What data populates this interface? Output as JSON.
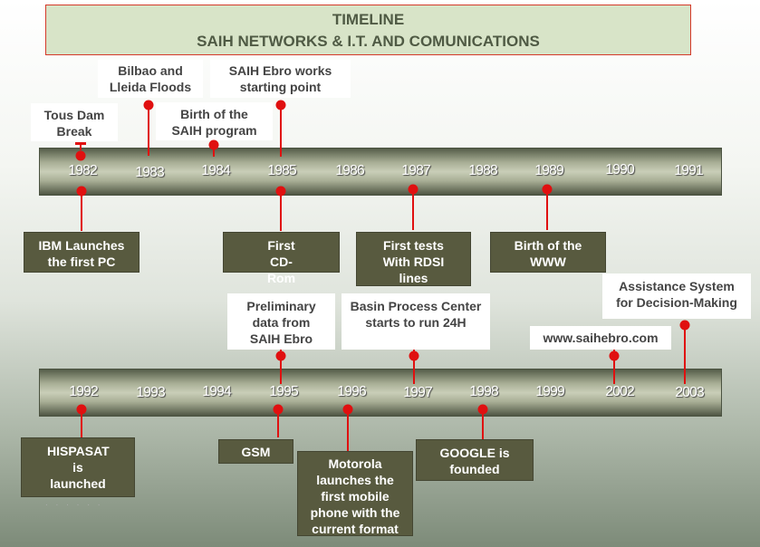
{
  "title": {
    "line1": "TIMELINE",
    "line2": "SAIH NETWORKS & I.T. AND COMUNICATIONS"
  },
  "years_top": [
    "1982",
    "1983",
    "1984",
    "1985",
    "1986",
    "1987",
    "1988",
    "1989",
    "1990",
    "1991"
  ],
  "years_bottom": [
    "1992",
    "1993",
    "1994",
    "1995",
    "1996",
    "1997",
    "1998",
    "1999",
    "2002",
    "2003"
  ],
  "events_above_top": {
    "tous": "Tous Dam Break",
    "bilbao": "Bilbao and Lleida Floods",
    "birth_saih": "Birth of the SAIH program",
    "ebro_works": "SAIH Ebro works starting point"
  },
  "events_below_top": {
    "ibm": "IBM Launches the first PC",
    "cdrom": "First CD-Rom",
    "rdsi": "First tests With RDSI lines",
    "www": "Birth of the WWW"
  },
  "events_above_bottom": {
    "preliminary": "Preliminary data from SAIH Ebro",
    "basin": "Basin Process Center starts to run 24H",
    "website": "www.saihebro.com",
    "assistance": "Assistance System for Decision-Making"
  },
  "events_below_bottom": {
    "hispasat": "HISPASAT is launched",
    "gsm": "GSM",
    "motorola": "Motorola launches the first mobile phone with the current format",
    "google": "GOOGLE is founded"
  },
  "colors": {
    "marker": "#e01010",
    "dark_box": "#585a3f",
    "title_bg": "#d8e4c8"
  }
}
